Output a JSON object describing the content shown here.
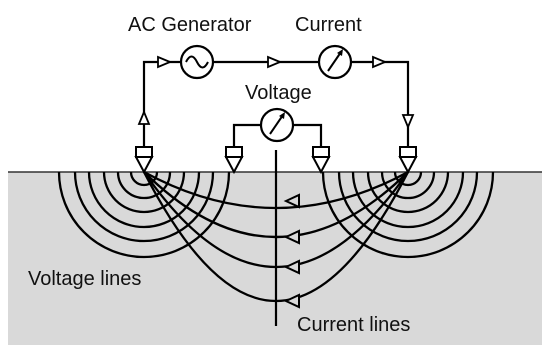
{
  "labels": {
    "ac_generator": "AC Generator",
    "current": "Current",
    "voltage": "Voltage",
    "voltage_lines": "Voltage lines",
    "current_lines": "Current lines"
  },
  "colors": {
    "ground_fill": "#d9d9d9",
    "line": "#000000",
    "background": "#ffffff"
  },
  "icons": {
    "generator": "ac-sine-symbol",
    "current_meter": "ammeter-dial",
    "voltage_meter": "voltmeter-dial",
    "electrode": "electrode-probe"
  }
}
